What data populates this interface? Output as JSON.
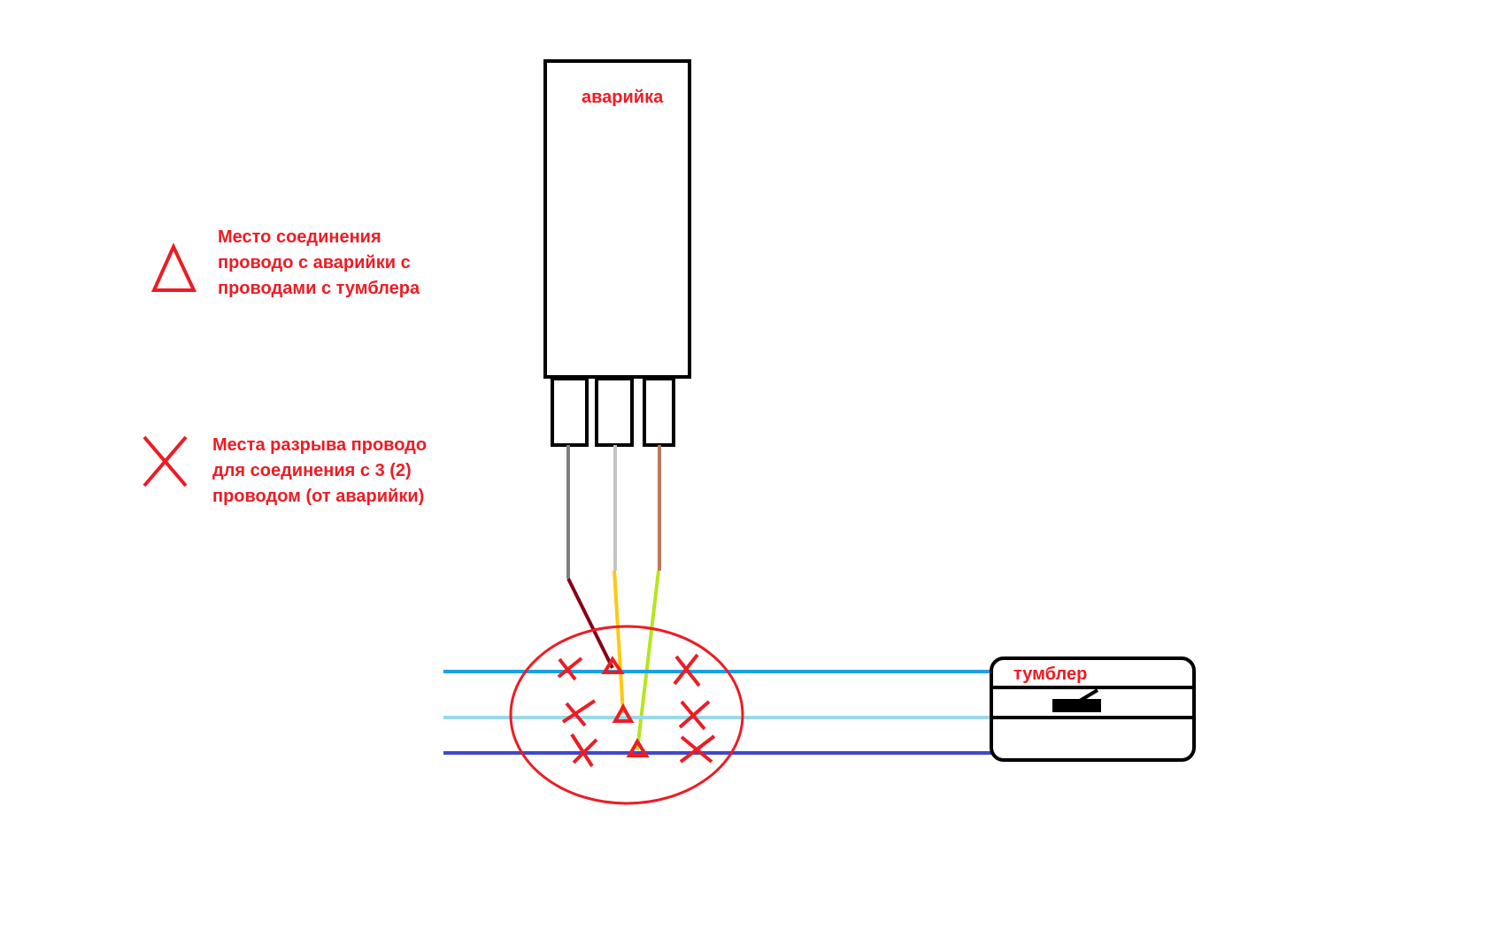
{
  "labels": {
    "hazard_unit": "аварийка",
    "toggle_switch": "тумблер"
  },
  "legend": {
    "triangle": {
      "icon": "triangle-icon",
      "lines": [
        "Место соединения",
        "проводо с аварийки с",
        "проводами с тумблера"
      ]
    },
    "cross": {
      "icon": "cross-icon",
      "lines": [
        "Места разрыва проводо",
        "для соединения с 3 (2)",
        "проводом (от аварийки)"
      ]
    }
  },
  "colors": {
    "annotation": "#ed1c24",
    "outline": "#000000",
    "wire_grey": "#7f7f7f",
    "wire_light_grey": "#c3c3c3",
    "wire_brown": "#b97a57",
    "wire_dark_red": "#880015",
    "wire_yellow": "#ffc90e",
    "wire_green": "#b5e61d",
    "line_blue": "#1ba1e2",
    "line_light_blue": "#99d9ea",
    "line_dark_blue": "#3f48cc"
  }
}
